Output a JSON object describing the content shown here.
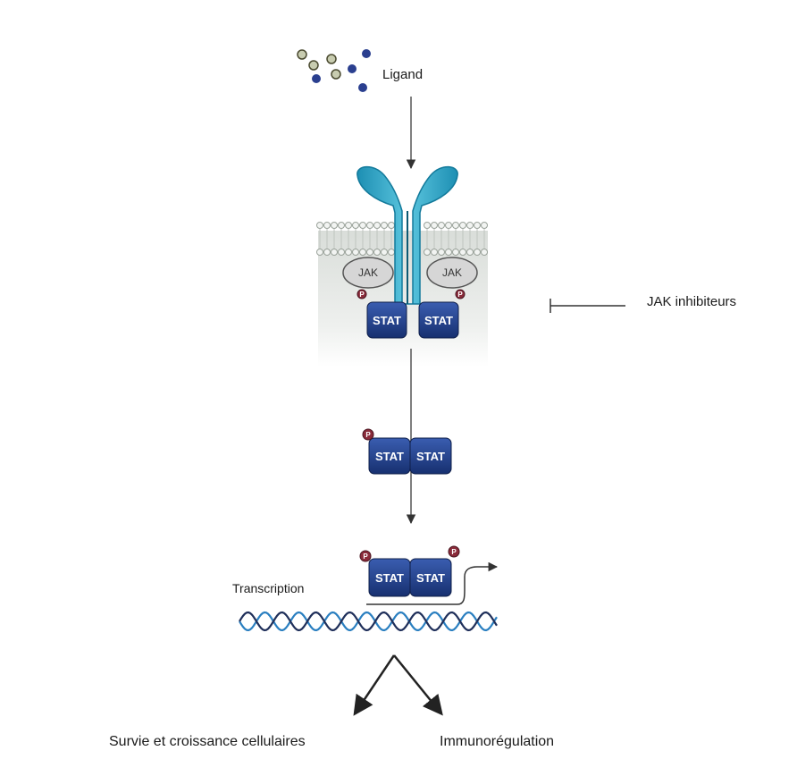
{
  "labels": {
    "ligand": "Ligand",
    "jak_inhibitors": "JAK inhibiteurs",
    "transcription": "Transcription",
    "outcome_left": "Survie et croissance cellulaires",
    "outcome_right": "Immunorégulation"
  },
  "proteins": {
    "jak": "JAK",
    "stat": "STAT",
    "phospho": "P"
  },
  "colors": {
    "receptor": "#2fa8c8",
    "stat": "#1f3f8f",
    "jak": "#d6d6d6",
    "phospho": "#8a2b3a",
    "dna_a": "#2a7fc0",
    "dna_b": "#1f2f5a",
    "membrane": "#c9cfc9"
  }
}
